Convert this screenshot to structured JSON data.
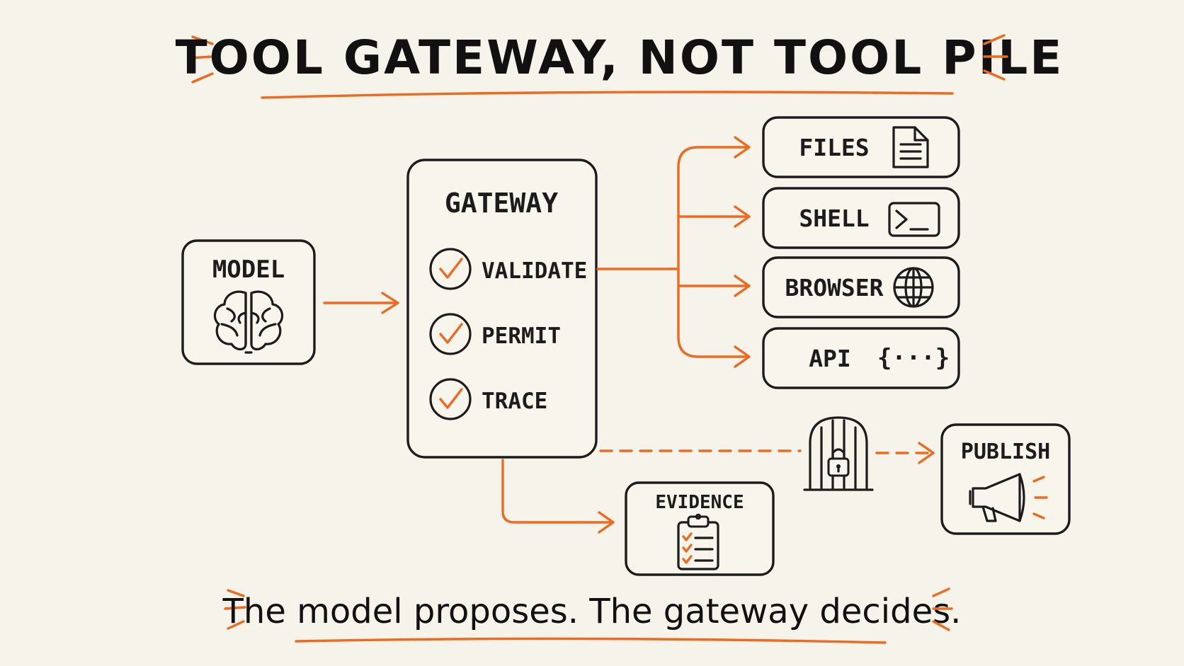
{
  "title": "TOOL GATEWAY, NOT TOOL PILE",
  "tagline": "The model proposes. The gateway decides.",
  "model": {
    "label": "MODEL",
    "icon": "brain-icon"
  },
  "gateway": {
    "label": "GATEWAY",
    "checks": [
      "VALIDATE",
      "PERMIT",
      "TRACE"
    ]
  },
  "tools": [
    {
      "label": "FILES",
      "icon": "file-icon"
    },
    {
      "label": "SHELL",
      "icon": "terminal-icon"
    },
    {
      "label": "BROWSER",
      "icon": "globe-icon"
    },
    {
      "label": "API",
      "icon": "braces-icon",
      "glyph": "{···}"
    }
  ],
  "evidence": {
    "label": "EVIDENCE",
    "icon": "clipboard-checklist-icon"
  },
  "publish": {
    "label": "PUBLISH",
    "icon": "megaphone-icon"
  },
  "gate": {
    "icon": "locked-gate-icon"
  },
  "colors": {
    "accent": "#ee6a1f",
    "ink": "#1c1c1c",
    "paper": "#f6f3ea"
  }
}
